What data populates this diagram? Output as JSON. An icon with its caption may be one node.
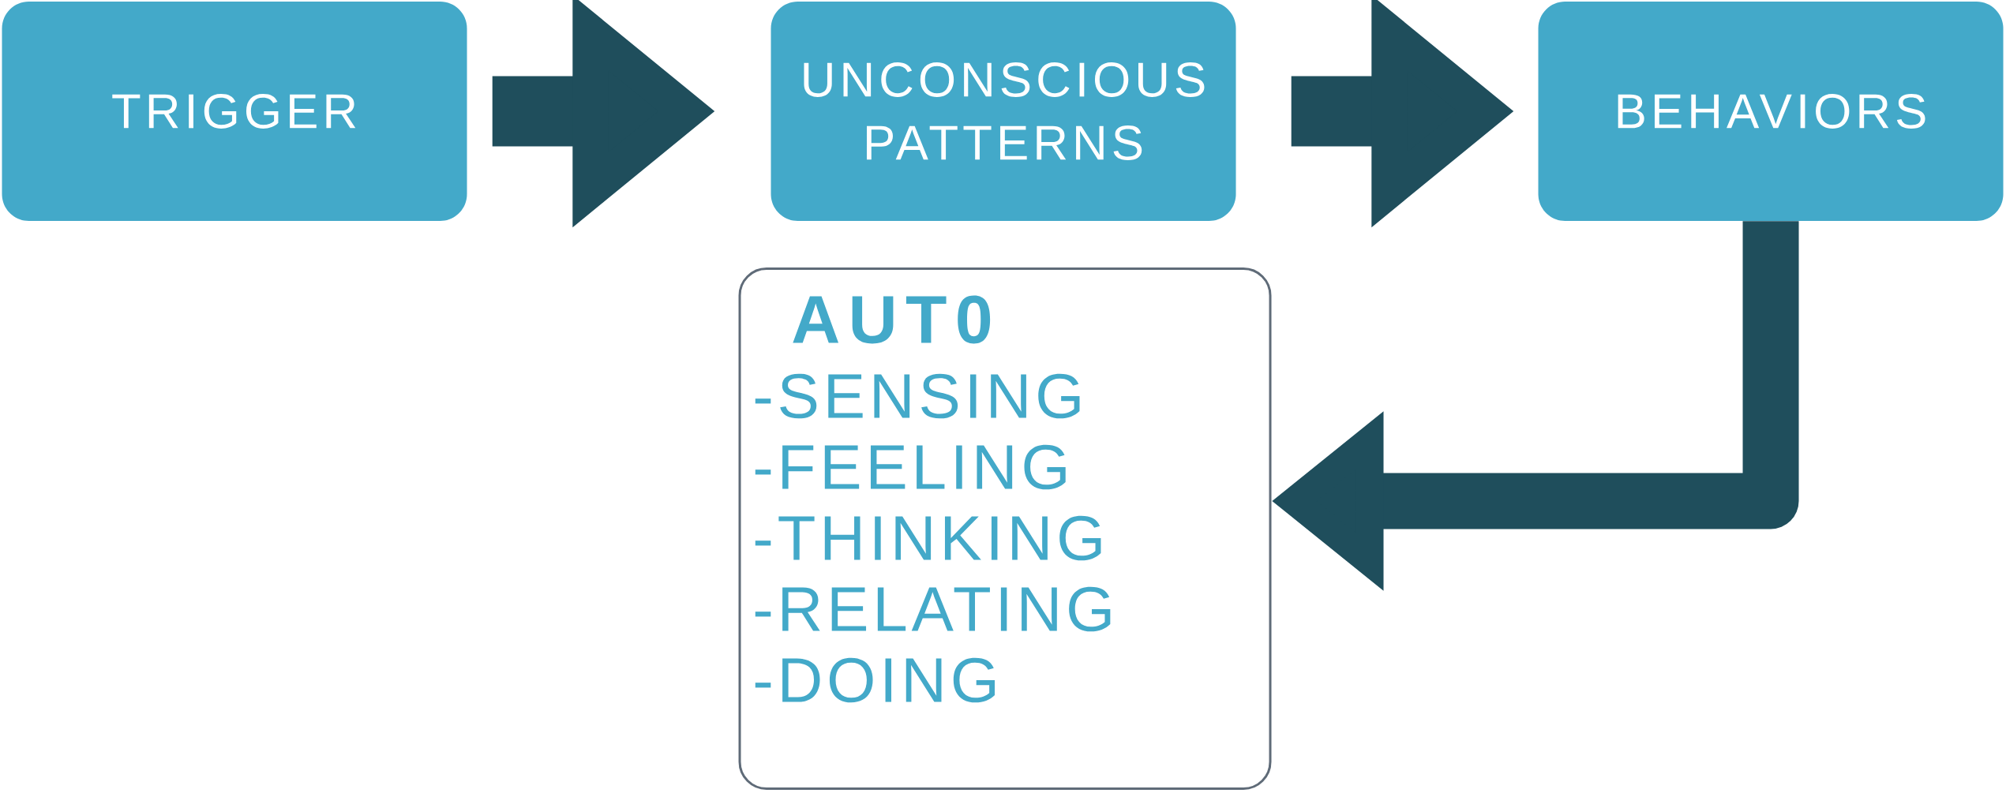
{
  "diagram": {
    "nodes": [
      {
        "text": [
          "TRIGGER"
        ]
      },
      {
        "text": [
          "UNCONSCIOUS PATTERNS"
        ]
      },
      {
        "text": [
          "BEHAVIORS"
        ]
      },
      {
        "text": [
          "AUT0",
          "-SENSING",
          "-FEELING",
          "-THINKING",
          "-RELATING",
          "-DOING"
        ]
      }
    ],
    "edges": [
      {
        "from": 0,
        "to": 1,
        "arrow": "to"
      },
      {
        "from": 1,
        "to": 2,
        "arrow": "to"
      },
      {
        "from": 2,
        "to": 3,
        "arrow": "to"
      }
    ]
  }
}
